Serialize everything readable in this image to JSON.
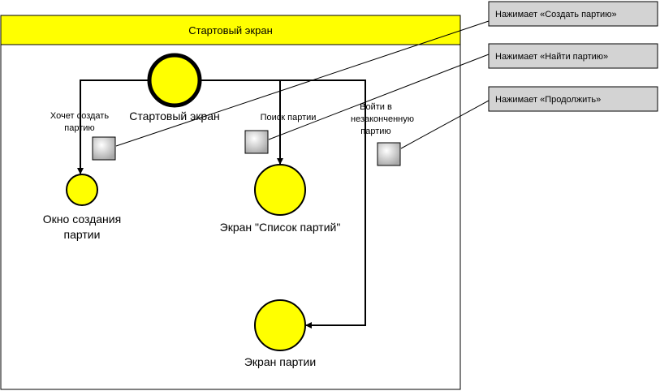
{
  "diagram": {
    "header_title": "Стартовый экран",
    "nodes": {
      "start": {
        "label": "Стартовый экран"
      },
      "create": {
        "label_line1": "Окно создания",
        "label_line2": "партии"
      },
      "list": {
        "label": "Экран \"Список партий\""
      },
      "party": {
        "label": "Экран партии"
      }
    },
    "edges": {
      "create": {
        "label_line1": "Хочет создать",
        "label_line2": "партию"
      },
      "search": {
        "label": "Поиск партии"
      },
      "continue": {
        "label_line1": "Войти в",
        "label_line2": "незаконченную",
        "label_line3": "партию"
      }
    },
    "callouts": {
      "create": "Нажимает «Создать партию»",
      "find": "Нажимает «Найти партию»",
      "continue": "Нажимает «Продолжить»"
    },
    "colors": {
      "node_fill": "#ffff00",
      "header_fill": "#ffff00",
      "trigger_fill": "#d0d0d0",
      "callout_fill": "#d3d3d3"
    }
  }
}
